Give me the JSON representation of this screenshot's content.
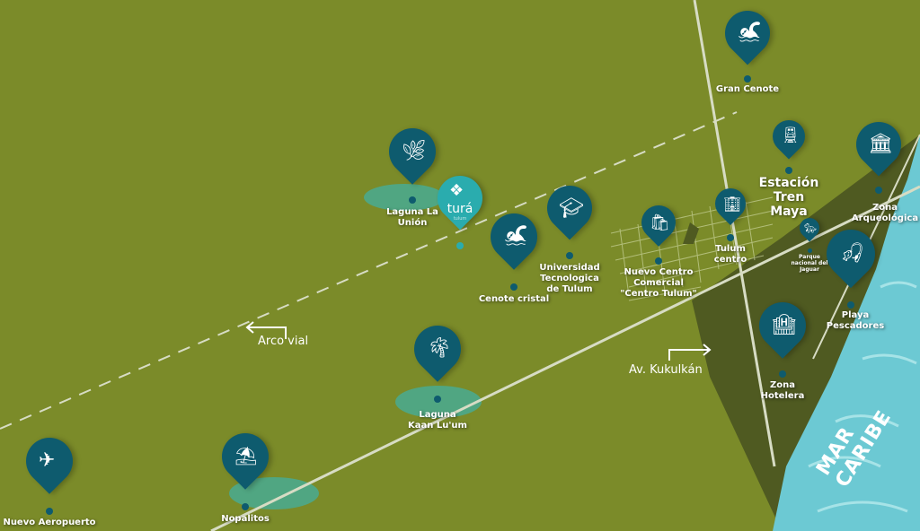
{
  "colors": {
    "land": "#7b8b29",
    "zone": "#4f5a21",
    "pin": "#0e5b6e",
    "brand": "#2aacae",
    "sea": "#6cc9d3"
  },
  "map": {
    "sea_label": "MAR CARIBE",
    "roads": {
      "arco_vial": "Arco vial",
      "kukulkan": "Av. Kukulkán"
    },
    "brand": {
      "name": "turá",
      "sub": "tulum"
    },
    "places": [
      {
        "name": "Gran Cenote",
        "icon": "swimmer-icon"
      },
      {
        "name": "Estación Tren Maya",
        "icon": "train-icon"
      },
      {
        "name": "Zona Arqueológica",
        "icon": "ruins-icon"
      },
      {
        "name": "Laguna La Unión",
        "icon": "lagoon-icon"
      },
      {
        "name": "Universidad Tecnologica de Tulum",
        "icon": "graduation-icon"
      },
      {
        "name": "Cenote cristal",
        "icon": "swimmer-icon"
      },
      {
        "name": "Nuevo Centro Comercial \"Centro Tulum\"",
        "icon": "shopping-bag-icon"
      },
      {
        "name": "Tulum centro",
        "icon": "building-icon"
      },
      {
        "name": "Parque nacional del Jaguar",
        "icon": "jaguar-icon"
      },
      {
        "name": "Playa Pescadores",
        "icon": "fishing-icon"
      },
      {
        "name": "Zona Hotelera",
        "icon": "hotel-icon"
      },
      {
        "name": "Laguna Kaan Lu'um",
        "icon": "lagoon-icon"
      },
      {
        "name": "Nuevo Aeropuerto",
        "icon": "airplane-icon"
      },
      {
        "name": "Nopalitos",
        "icon": "bench-icon"
      }
    ]
  }
}
